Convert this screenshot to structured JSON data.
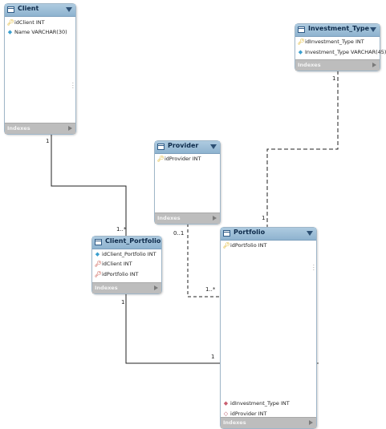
{
  "tables": {
    "client": {
      "title": "Client",
      "columns": [
        {
          "key": "pk",
          "text": "idClient INT"
        },
        {
          "key": "attr",
          "text": "Name VARCHAR(30)"
        }
      ],
      "indexes_label": "Indexes"
    },
    "investment_type": {
      "title": "Investment_Type",
      "columns": [
        {
          "key": "pk",
          "text": "idInvestment_Type INT"
        },
        {
          "key": "attr",
          "text": "Investment_Type VARCHAR(45)"
        }
      ],
      "indexes_label": "Indexes"
    },
    "provider": {
      "title": "Provider",
      "columns": [
        {
          "key": "pk",
          "text": "idProvider INT"
        }
      ],
      "indexes_label": "Indexes"
    },
    "client_portfolio": {
      "title": "Client_Portfolio",
      "columns": [
        {
          "key": "attr",
          "text": "idClient_Portfolio INT"
        },
        {
          "key": "fk",
          "text": "idClient INT"
        },
        {
          "key": "fk",
          "text": "idPortfolio INT"
        }
      ],
      "indexes_label": "Indexes"
    },
    "portfolio": {
      "title": "Portfolio",
      "columns": [
        {
          "key": "pk",
          "text": "idPortfolio INT"
        },
        {
          "key": "fk-red",
          "text": "idInvestment_Type INT"
        },
        {
          "key": "fk-open",
          "text": "idProvider INT"
        }
      ],
      "indexes_label": "Indexes"
    }
  },
  "cardinalities": {
    "client_side": "1",
    "client_portfolio_top": "1..*",
    "client_portfolio_bottom": "1",
    "portfolio_left": "1",
    "investment_type_side": "1",
    "portfolio_top": "1",
    "provider_side": "0..1",
    "portfolio_provider": "1..*"
  },
  "icons": {
    "table": "table-icon",
    "collapse": "chevron-down-icon",
    "expand": "chevron-right-icon",
    "primary_key": "key-icon",
    "foreign_key": "foreign-key-icon",
    "attribute": "diamond-icon"
  }
}
